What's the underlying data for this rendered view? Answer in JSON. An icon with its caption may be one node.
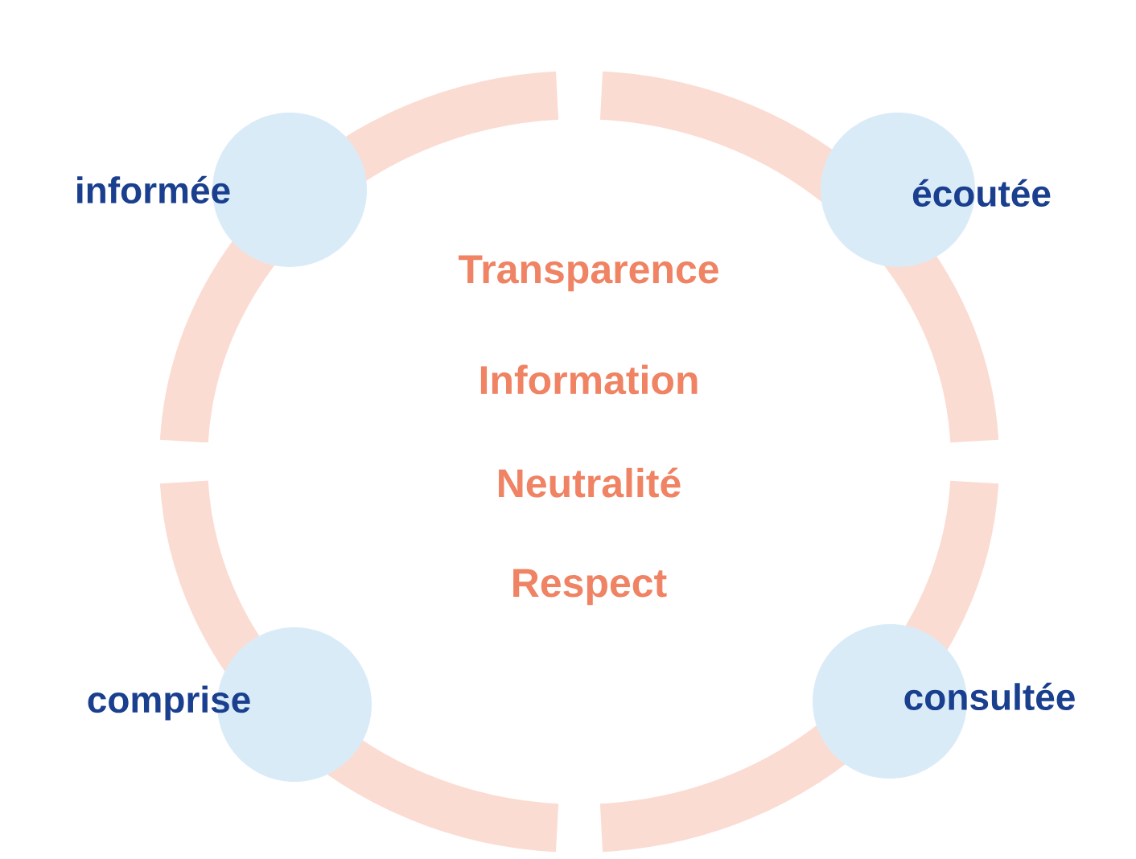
{
  "diagram": {
    "nodes": [
      {
        "text": [
          "informée"
        ]
      },
      {
        "text": [
          "écoutée"
        ]
      },
      {
        "text": [
          "comprise"
        ]
      },
      {
        "text": [
          "consultée"
        ]
      }
    ],
    "labels": [
      "Transparence",
      "Information",
      "Neutralité",
      "Respect"
    ]
  }
}
